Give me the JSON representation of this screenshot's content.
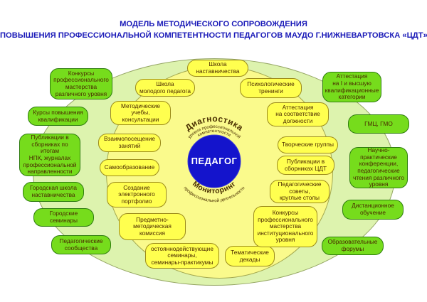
{
  "title": {
    "line1": "МОДЕЛЬ МЕТОДИЧЕСКОГО СОПРОВОЖДЕНИЯ",
    "line2": "ПОВЫШЕНИЯ ПРОФЕССИОНАЛЬНОЙ КОМПЕТЕНТНОСТИ ПЕДАГОГОВ МАУДО Г.НИЖНЕВАРТОВСКА «ЦДТ»"
  },
  "center": {
    "label": "ПЕДАГОГ",
    "arc_top_title": "Диагностика",
    "arc_top_sub1": "уровня профессиональной",
    "arc_top_sub2": "компетентности",
    "arc_bottom_title": "Мониторинг",
    "arc_bottom_sub": "профессиональной деятельности"
  },
  "colors": {
    "title_text": "#1a1ab8",
    "outer_ellipse_fill": "#ddf3ae",
    "inner_ellipse_fill": "#fafa8c",
    "green_node_fill": "#76dc1c",
    "green_node_border": "#2e7d0f",
    "yellow_node_fill": "#ffff4f",
    "yellow_node_border": "#9c8b1a",
    "node_text": "#4a2800",
    "center_circle_fill": "#1414cc"
  },
  "boxes": [
    {
      "label": "Конкурсы\nпрофессионального\nмастерства\nразличного уровня"
    },
    {
      "label": "Курсы повышения\nквалификации"
    },
    {
      "label": "Публикации в\nсборниках по итогам\nНПК, журналах\nпрофессиональной\nнаправленности"
    },
    {
      "label": "Городская школа\nнаставничества"
    },
    {
      "label": "Городские\nсеминары"
    },
    {
      "label": "Педагогические\nсообщества"
    },
    {
      "label": "Школа\nнаставничества"
    },
    {
      "label": "Школа\nмолодого педагога"
    },
    {
      "label": "Методические\nучебы,\nконсультации"
    },
    {
      "label": "Взаимопосещение\nзанятий"
    },
    {
      "label": "Самообразование"
    },
    {
      "label": "Создание\nэлектронного\nпортфолио"
    },
    {
      "label": "Предметно-\nметодическая\nкомиссия"
    },
    {
      "label": "остояннодействующие\nсеминары,\nсеминары-практикумы"
    },
    {
      "label": "Тематические\nдекады"
    },
    {
      "label": "Психологические\nтренинги"
    },
    {
      "label": "Аттестация\nна соответствие\nдолжности"
    },
    {
      "label": "Творческие группы"
    },
    {
      "label": "Публикации в\nсборниках ЦДТ"
    },
    {
      "label": "Педагогические\nсоветы,\nкруглые столы"
    },
    {
      "label": "Конкурсы\nпрофессионального\nмастерства\nинституционального\nуровня"
    },
    {
      "label": "Аттестация\nна I и высшую\nквалификационные\nкатегории"
    },
    {
      "label": "ГМЦ, ГМО"
    },
    {
      "label": "Научно-\nпрактические\nконференции,\nпедагогические\nчтения различного\nуровня"
    },
    {
      "label": "Дистанционное\nобучение"
    },
    {
      "label": "Образовательные\nфорумы"
    }
  ]
}
